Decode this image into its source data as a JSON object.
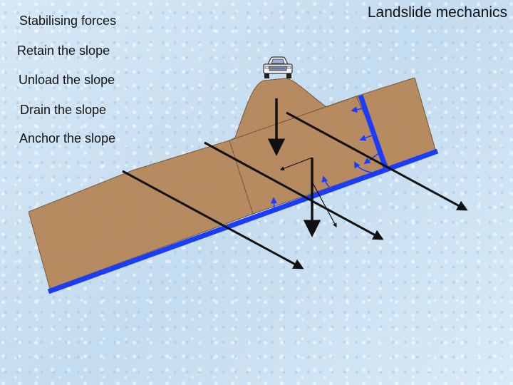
{
  "title": "Landslide mechanics",
  "labels": {
    "heading": "Stabilising forces",
    "items": [
      "Retain the slope",
      "Unload the slope",
      "Drain the slope",
      "Anchor the slope"
    ]
  },
  "icons": [
    "car-icon"
  ],
  "colors": {
    "soil": "#b8875a",
    "slip_surface": "#1a3cff",
    "force_arrow": "#111111",
    "drainage_arrow": "#1a3cff",
    "background": "#cfe3f3"
  }
}
